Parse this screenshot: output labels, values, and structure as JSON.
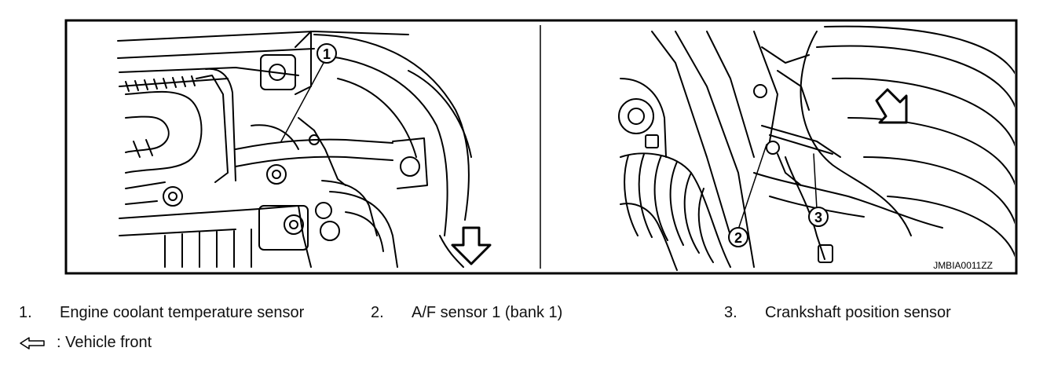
{
  "figure": {
    "image_code": "JMBIA0011ZZ",
    "callouts": [
      "1",
      "2",
      "3"
    ]
  },
  "legend": {
    "items": [
      {
        "number": "1.",
        "label": "Engine coolant temperature sensor"
      },
      {
        "number": "2.",
        "label": "A/F sensor 1 (bank 1)"
      },
      {
        "number": "3.",
        "label": "Crankshaft position sensor"
      }
    ],
    "arrow_icon": "outline-arrow-left-icon",
    "arrow_label": ": Vehicle front"
  },
  "colors": {
    "line": "#000000",
    "background": "#ffffff"
  }
}
